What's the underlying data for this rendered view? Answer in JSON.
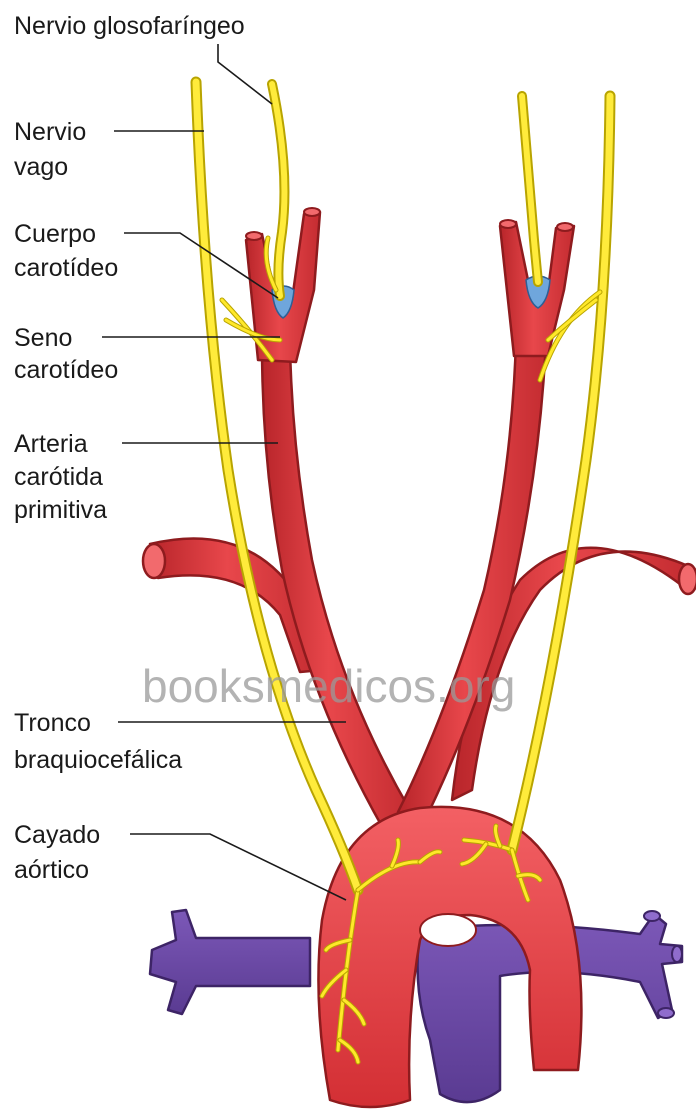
{
  "labels": {
    "glossopharyngeal": "Nervio glosofaríngeo",
    "vagus_line1": "Nervio",
    "vagus_line2": "vago",
    "carotid_body_line1": "Cuerpo",
    "carotid_body_line2": "carotídeo",
    "carotid_sinus_line1": "Seno",
    "carotid_sinus_line2": "carotídeo",
    "common_carotid_line1": "Arteria",
    "common_carotid_line2": "carótida",
    "common_carotid_line3": "primitiva",
    "brachiocephalic_line1": "Tronco",
    "brachiocephalic_line2": "braquiocefálica",
    "aortic_arch_line1": "Cayado",
    "aortic_arch_line2": "aórtico"
  },
  "watermark": "booksmedicos.org",
  "colors": {
    "artery": "#d9363a",
    "artery_outline": "#8e1b1e",
    "nerve": "#ffeb3b",
    "receptor": "#6fa6dc",
    "vein": "#6c4ba3"
  }
}
